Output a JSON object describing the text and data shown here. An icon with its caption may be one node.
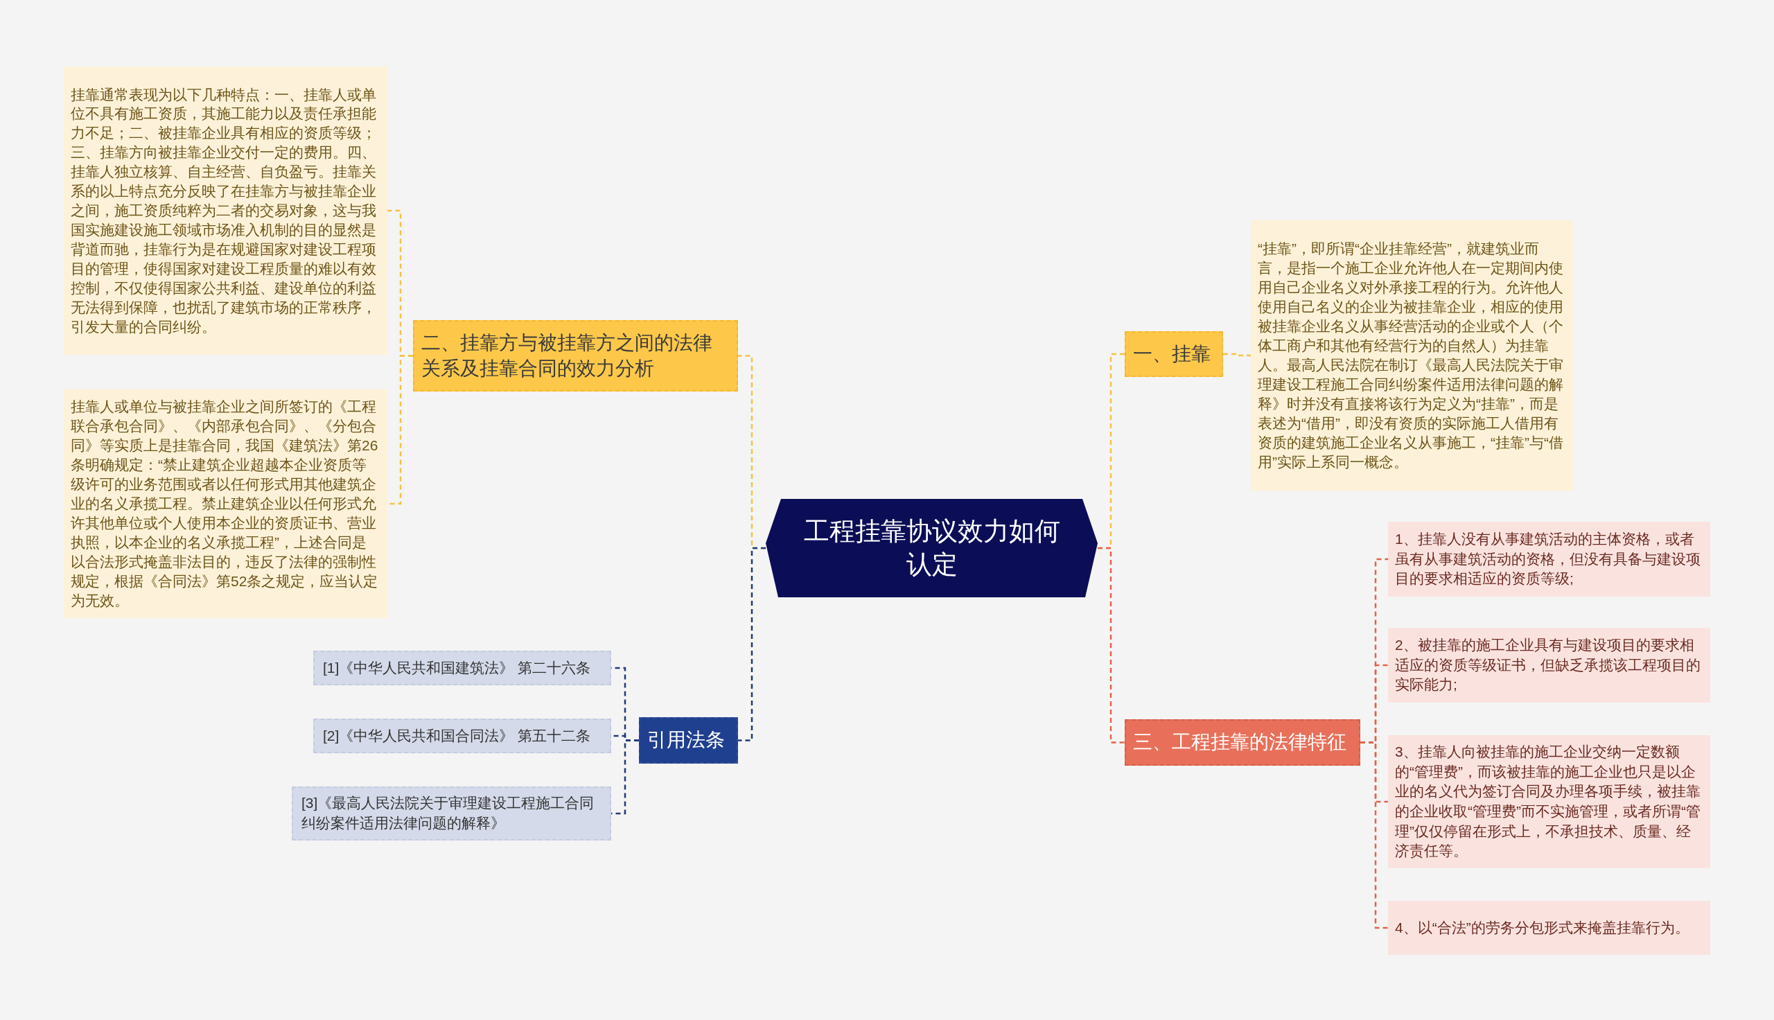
{
  "diagram": {
    "nodes": [
      {
        "text": [
          "工程挂靠协议效力如何认定"
        ]
      },
      {
        "text": [
          "一、挂靠"
        ]
      },
      {
        "text": [
          "“挂靠”，即所谓“企业挂靠经营”，就建筑业而言，是指一个施工企业允许他人在一定期间内使用自己企业名义对外承接工程的行为。允许他人使用自己名义的企业为被挂靠企业，相应的使用被挂靠企业名义从事经营活动的企业或个人（个体工商户和其他有经营行为的自然人）为挂靠人。最高人民法院在制订《最高人民法院关于审理建设工程施工合同纠纷案件适用法律问题的解释》时并没有直接将该行为定义为“挂靠”，而是表述为“借用”，即没有资质的实际施工人借用有资质的建筑施工企业名义从事施工，“挂靠”与“借用”实际上系同一概念。"
        ]
      },
      {
        "text": [
          "三、工程挂靠的法律特征"
        ]
      },
      {
        "text": [
          "1、挂靠人没有从事建筑活动的主体资格，或者虽有从事建筑活动的资格，但没有具备与建设项目的要求相适应的资质等级;"
        ]
      },
      {
        "text": [
          "2、被挂靠的施工企业具有与建设项目的要求相适应的资质等级证书，但缺乏承揽该工程项目的实际能力;"
        ]
      },
      {
        "text": [
          "3、挂靠人向被挂靠的施工企业交纳一定数额的“管理费”，而该被挂靠的施工企业也只是以企业的名义代为签订合同及办理各项手续，被挂靠的企业收取“管理费”而不实施管理，或者所谓“管理”仅仅停留在形式上，不承担技术、质量、经济责任等。"
        ]
      },
      {
        "text": [
          "4、以“合法”的劳务分包形式来掩盖挂靠行为。"
        ]
      },
      {
        "text": [
          "二、挂靠方与被挂靠方之间的法律关系及挂靠合同的效力分析"
        ]
      },
      {
        "text": [
          "挂靠通常表现为以下几种特点：一、挂靠人或单位不具有施工资质，其施工能力以及责任承担能力不足；二、被挂靠企业具有相应的资质等级；三、挂靠方向被挂靠企业交付一定的费用。四、挂靠人独立核算、自主经营、自负盈亏。挂靠关系的以上特点充分反映了在挂靠方与被挂靠企业之间，施工资质纯粹为二者的交易对象，这与我国实施建设施工领域市场准入机制的目的显然是背道而驰，挂靠行为是在规避国家对建设工程项目的管理，使得国家对建设工程质量的难以有效控制，不仅使得国家公共利益、建设单位的利益无法得到保障，也扰乱了建筑市场的正常秩序，引发大量的合同纠纷。"
        ]
      },
      {
        "text": [
          "挂靠人或单位与被挂靠企业之间所签订的《工程联合承包合同》、《内部承包合同》、《分包合同》等实质上是挂靠合同，我国《建筑法》第26条明确规定：“禁止建筑企业超越本企业资质等级许可的业务范围或者以任何形式用其他建筑企业的名义承揽工程。禁止建筑企业以任何形式允许其他单位或个人使用本企业的资质证书、营业执照，以本企业的名义承揽工程”，上述合同是以合法形式掩盖非法目的，违反了法律的强制性规定，根据《合同法》第52条之规定，应当认定为无效。"
        ]
      },
      {
        "text": [
          "引用法条"
        ]
      },
      {
        "text": [
          "[1]《中华人民共和国建筑法》 第二十六条"
        ]
      },
      {
        "text": [
          "[2]《中华人民共和国合同法》 第五十二条"
        ]
      },
      {
        "text": [
          "[3]《最高人民法院关于审理建设工程施工合同纠纷案件适用法律问题的解释》"
        ]
      }
    ],
    "edges": [
      {
        "from": 0,
        "to": 1,
        "arrow": "none",
        "style": "dashed",
        "color": "#f5c242"
      },
      {
        "from": 1,
        "to": 2,
        "arrow": "none",
        "style": "dashed",
        "color": "#f5c242"
      },
      {
        "from": 0,
        "to": 3,
        "arrow": "none",
        "style": "dashed",
        "color": "#e0634c"
      },
      {
        "from": 3,
        "to": 4,
        "arrow": "none",
        "style": "dashed",
        "color": "#e0634c"
      },
      {
        "from": 3,
        "to": 5,
        "arrow": "none",
        "style": "dashed",
        "color": "#e0634c"
      },
      {
        "from": 3,
        "to": 6,
        "arrow": "none",
        "style": "dashed",
        "color": "#e0634c"
      },
      {
        "from": 3,
        "to": 7,
        "arrow": "none",
        "style": "dashed",
        "color": "#e0634c"
      },
      {
        "from": 0,
        "to": 8,
        "arrow": "none",
        "style": "dashed",
        "color": "#f5c242"
      },
      {
        "from": 8,
        "to": 9,
        "arrow": "none",
        "style": "dashed",
        "color": "#f5c242"
      },
      {
        "from": 8,
        "to": 10,
        "arrow": "none",
        "style": "dashed",
        "color": "#f5c242"
      },
      {
        "from": 0,
        "to": 11,
        "arrow": "none",
        "style": "dashed",
        "color": "#1f3a7a"
      },
      {
        "from": 11,
        "to": 12,
        "arrow": "none",
        "style": "dashed",
        "color": "#1f3a7a"
      },
      {
        "from": 11,
        "to": 13,
        "arrow": "none",
        "style": "dashed",
        "color": "#1f3a7a"
      },
      {
        "from": 11,
        "to": 14,
        "arrow": "none",
        "style": "dashed",
        "color": "#1f3a7a"
      }
    ]
  }
}
